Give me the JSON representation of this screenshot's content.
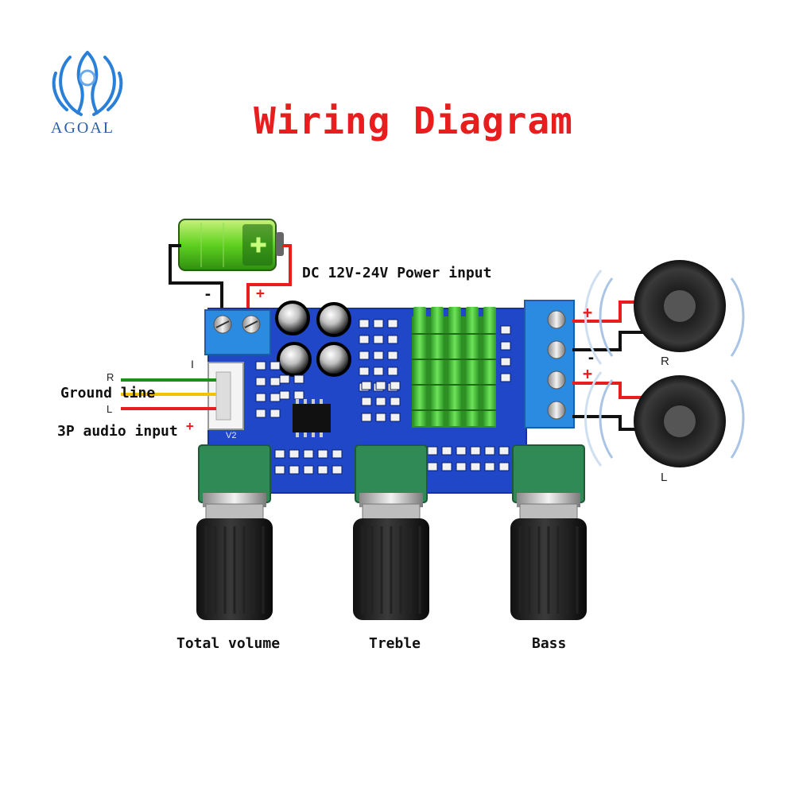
{
  "logo": {
    "text": "AGOAL"
  },
  "title": "Wiring Diagram",
  "power": {
    "label": "DC 12V-24V Power input",
    "minus": "-",
    "plus": "+"
  },
  "audio_input": {
    "r": "R",
    "ground": "Ground line",
    "l": "L",
    "label": "3P audio input",
    "plus": "+"
  },
  "speakers": {
    "right": {
      "label": "R",
      "plus": "+",
      "minus": "-"
    },
    "left": {
      "label": "L",
      "plus": "+",
      "minus": "-"
    }
  },
  "knobs": {
    "volume": "Total volume",
    "treble": "Treble",
    "bass": "Bass"
  },
  "board_marks": {
    "v2": "V2",
    "i": "I"
  },
  "colors": {
    "title": "#e81e1e",
    "board": "#1f47c8",
    "heatsink": "#3fbf35",
    "terminal": "#2b8be0",
    "logo": "#2a5fa8"
  }
}
